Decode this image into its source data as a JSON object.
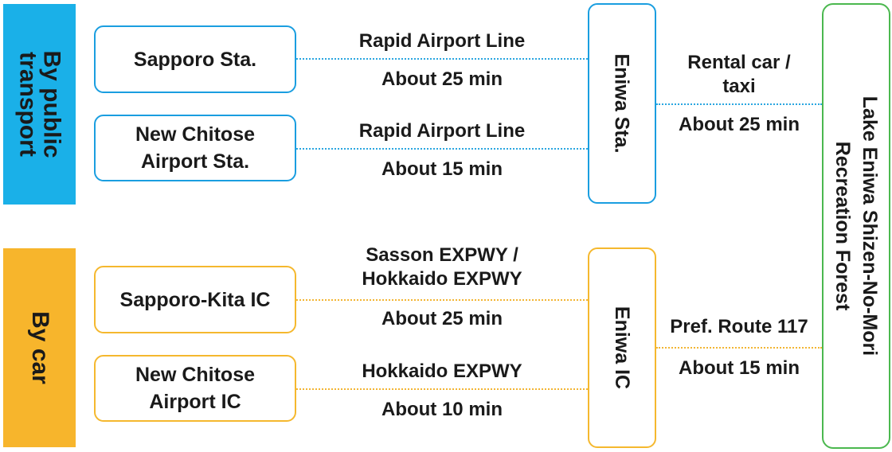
{
  "sections": {
    "public": "By public\ntransport",
    "car": "By car"
  },
  "nodes": {
    "sapporo_sta": "Sapporo Sta.",
    "new_chitose_airport_sta": "New Chitose\nAirport Sta.",
    "sapporo_kita_ic": "Sapporo-Kita IC",
    "new_chitose_airport_ic": "New Chitose\nAirport IC",
    "eniwa_sta": "Eniwa Sta.",
    "eniwa_ic": "Eniwa IC",
    "destination": "Lake Eniwa Shizen-No-Mori\nRecreation Forest"
  },
  "routes": {
    "sapporo_sta": {
      "line": "Rapid Airport Line",
      "time": "About 25 min"
    },
    "new_chitose_sta": {
      "line": "Rapid Airport Line",
      "time": "About 15 min"
    },
    "eniwa_sta": {
      "line": "Rental car /\ntaxi",
      "time": "About 25 min"
    },
    "sapporo_kita": {
      "line": "Sasson EXPWY /\nHokkaido EXPWY",
      "time": "About 25 min"
    },
    "new_chitose_ic": {
      "line": "Hokkaido EXPWY",
      "time": "About 10 min"
    },
    "eniwa_ic": {
      "line": "Pref. Route 117",
      "time": "About 15 min"
    }
  },
  "colors": {
    "public_transport": "#1ab0e8",
    "car": "#f7b52c",
    "station_border": "#1a9ee0",
    "ic_border": "#f5b82e",
    "destination_border": "#4bb84f"
  }
}
